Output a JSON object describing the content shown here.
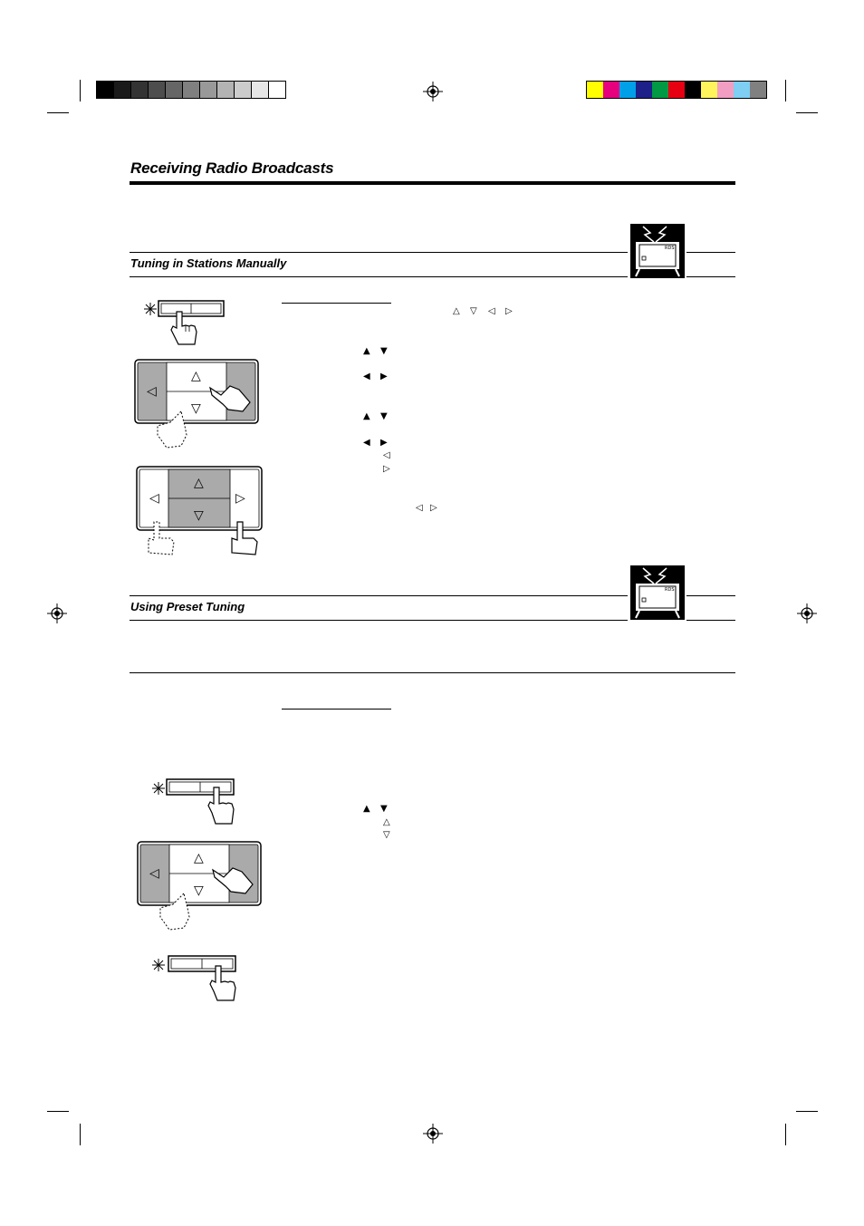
{
  "page": {
    "title": "Receiving Radio Broadcasts"
  },
  "sections": [
    {
      "heading": "Tuning in Stations Manually"
    },
    {
      "heading": "Using Preset Tuning"
    }
  ],
  "colors": {
    "gray_steps": [
      "#000000",
      "#1a1a1a",
      "#333333",
      "#4d4d4d",
      "#666666",
      "#808080",
      "#999999",
      "#b3b3b3",
      "#cccccc",
      "#e6e6e6",
      "#ffffff"
    ],
    "color_bars": [
      "#ffff00",
      "#e6007e",
      "#00a0e9",
      "#1d2088",
      "#009944",
      "#e60012",
      "#000000",
      "#fff45c",
      "#f19ec2",
      "#7fcef4",
      "#808080"
    ]
  },
  "icons": {
    "star": "sparkle-icon",
    "hand": "pointing-hand-icon",
    "tv": "remote-display-icon"
  },
  "glyphs": {
    "up": "△",
    "down": "▽",
    "left": "◁",
    "right": "▷",
    "up_solid": "▲",
    "down_solid": "▼",
    "left_solid": "◀",
    "right_solid": "▶"
  }
}
